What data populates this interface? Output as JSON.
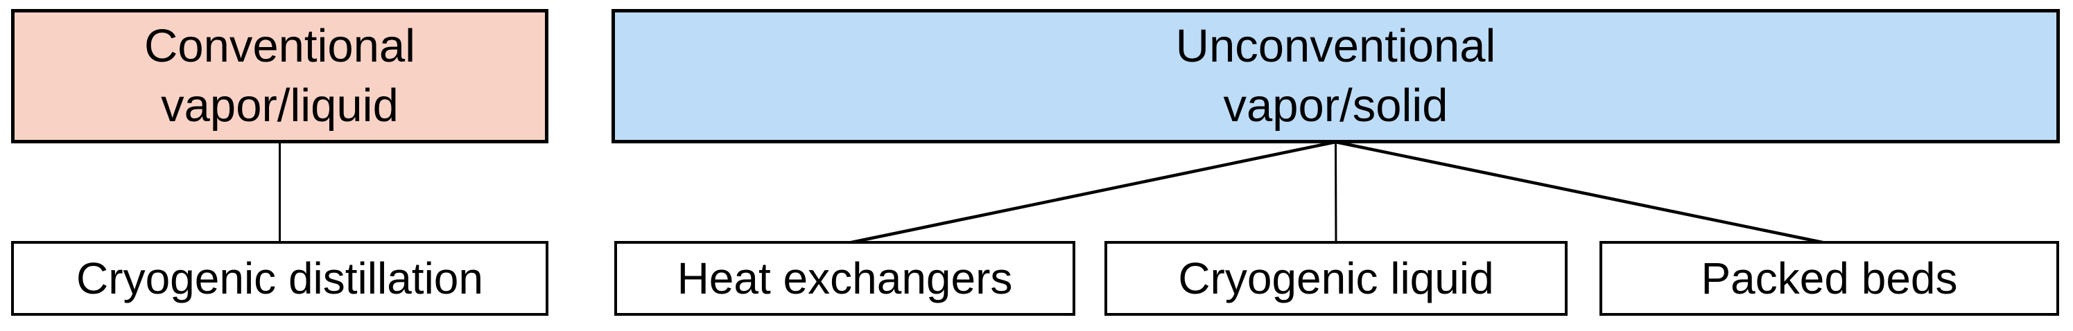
{
  "diagram": {
    "background_color": "#ffffff",
    "border_color": "#000000",
    "text_color": "#000000",
    "edge_color": "#000000",
    "nodes": {
      "conventional": {
        "label_line1": "Conventional",
        "label_line2": "vapor/liquid",
        "fill": "#f9d2c6"
      },
      "unconventional": {
        "label_line1": "Unconventional",
        "label_line2": "vapor/solid",
        "fill": "#bddcf8"
      },
      "cryogenic_distillation": {
        "label": "Cryogenic distillation",
        "fill": "#ffffff"
      },
      "heat_exchangers": {
        "label": "Heat exchangers",
        "fill": "#ffffff"
      },
      "cryogenic_liquid": {
        "label": "Cryogenic liquid",
        "fill": "#ffffff"
      },
      "packed_beds": {
        "label": "Packed beds",
        "fill": "#ffffff"
      }
    },
    "edges": [
      {
        "from": "conventional",
        "to": "cryogenic_distillation"
      },
      {
        "from": "unconventional",
        "to": "heat_exchangers"
      },
      {
        "from": "unconventional",
        "to": "cryogenic_liquid"
      },
      {
        "from": "unconventional",
        "to": "packed_beds"
      }
    ]
  }
}
